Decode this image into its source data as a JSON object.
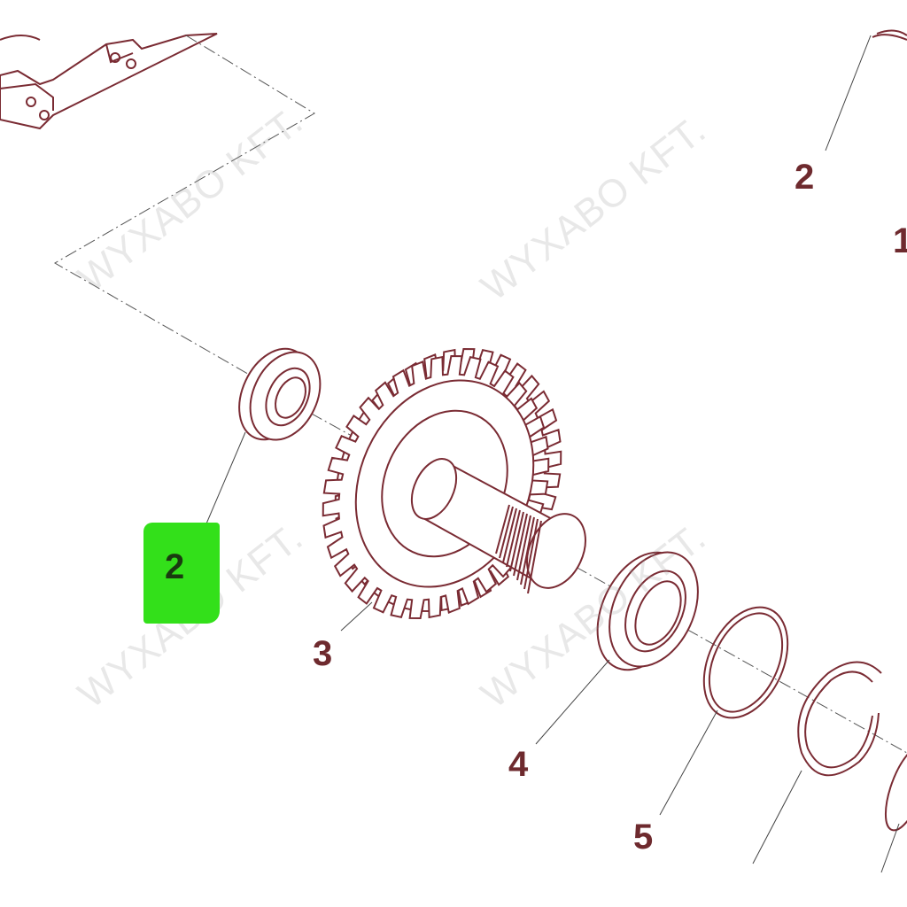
{
  "diagram": {
    "watermark": "WYXABO KFT.",
    "callouts": [
      {
        "id": "callout-2-highlighted",
        "label": "2"
      },
      {
        "id": "callout-3",
        "label": "3"
      },
      {
        "id": "callout-4",
        "label": "4"
      },
      {
        "id": "callout-5",
        "label": "5"
      },
      {
        "id": "callout-2-top-right",
        "label": "2"
      },
      {
        "id": "callout-1-partial",
        "label": "1"
      }
    ],
    "highlight_color": "#33e01a",
    "line_color": "#7a2b33"
  }
}
